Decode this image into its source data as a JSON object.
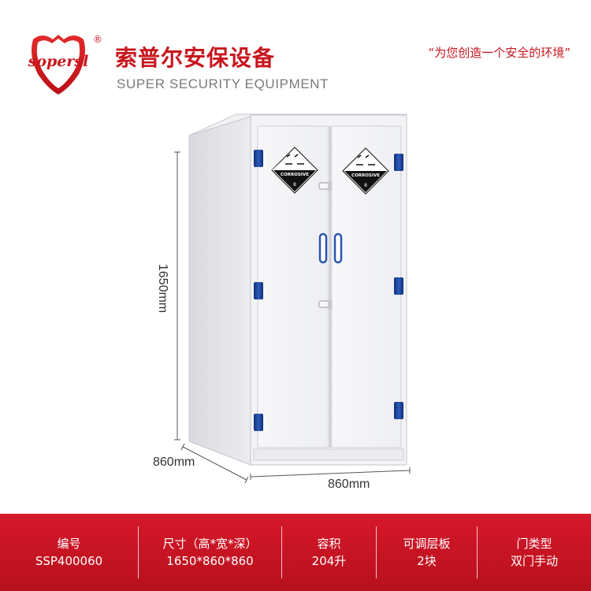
{
  "brand": {
    "logo_text": "sopersl",
    "registered_mark": "®",
    "name_cn": "索普尔安保设备",
    "name_en": "SUPER SECURITY EQUIPMENT",
    "slogan": "“为您创造一个安全的环境”"
  },
  "product": {
    "hazard_label_text": "CORROSIVE",
    "hazard_class": "8",
    "dimensions": {
      "height": "1650mm",
      "depth": "860mm",
      "width": "860mm"
    }
  },
  "specs": [
    {
      "label": "编号",
      "value": "SSP400060"
    },
    {
      "label": "尺寸（高*宽*深）",
      "value": "1650*860*860"
    },
    {
      "label": "容积",
      "value": "204升"
    },
    {
      "label": "可调层板",
      "value": "2块"
    },
    {
      "label": "门类型",
      "value": "双门手动"
    }
  ],
  "colors": {
    "brand_red": "#c8161e",
    "cabinet_white": "#f4f4f6",
    "hinge_blue": "#1d3f8f"
  }
}
